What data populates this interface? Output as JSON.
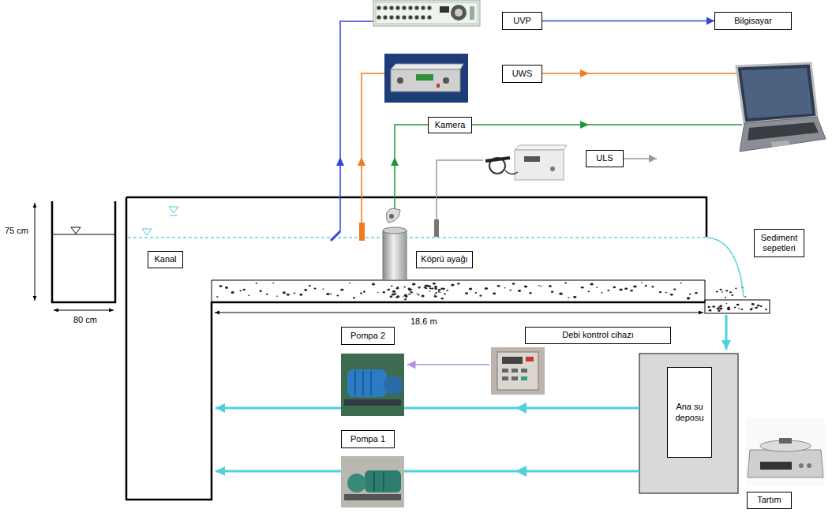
{
  "diagram": {
    "nodes": [
      {
        "text": [
          "UVP"
        ]
      },
      {
        "text": [
          "Bilgisayar"
        ]
      },
      {
        "text": [
          "UWS"
        ]
      },
      {
        "text": [
          "Kamera"
        ]
      },
      {
        "text": [
          "ULS"
        ]
      },
      {
        "text": [
          "Kanal"
        ]
      },
      {
        "text": [
          "Köprü ayağı"
        ]
      },
      {
        "text": [
          "Sediment sepetleri"
        ]
      },
      {
        "text": [
          "Pompa 2"
        ]
      },
      {
        "text": [
          "Debi kontrol cihazı"
        ]
      },
      {
        "text": [
          "Pompa 1"
        ]
      },
      {
        "text": [
          "Ana su deposu"
        ]
      },
      {
        "text": [
          "Tartım"
        ]
      }
    ],
    "edges": [
      {
        "from": 0,
        "to": 1,
        "arrow": "to"
      }
    ],
    "labels": [
      "75 cm",
      "80 cm",
      "18.6 m"
    ]
  }
}
